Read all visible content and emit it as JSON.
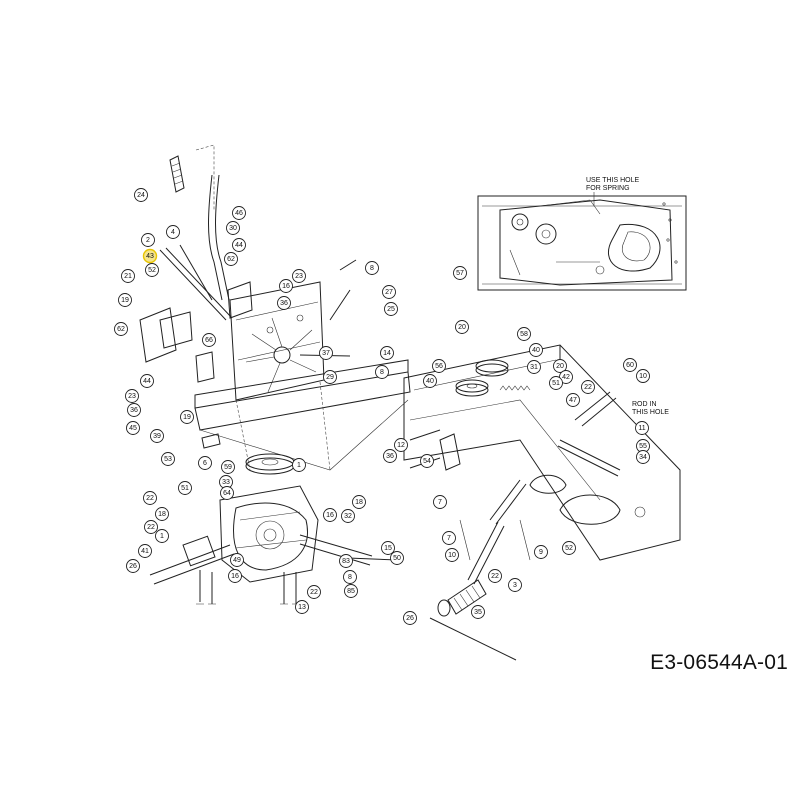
{
  "diagram_code": "E3-06544A-01",
  "notes": {
    "spring_hole": [
      "USE THIS HOLE",
      "FOR SPRING"
    ],
    "rod_hole": [
      "ROD IN",
      "THIS HOLE"
    ]
  },
  "callouts": [
    "24",
    "46",
    "4",
    "30",
    "2",
    "43",
    "44",
    "62",
    "23",
    "16",
    "21",
    "52",
    "19",
    "36",
    "8",
    "27",
    "25",
    "62",
    "66",
    "14",
    "29",
    "37",
    "8",
    "44",
    "23",
    "36",
    "19",
    "45",
    "39",
    "53",
    "6",
    "1",
    "59",
    "33",
    "64",
    "51",
    "22",
    "18",
    "1",
    "32",
    "16",
    "41",
    "49",
    "26",
    "16",
    "22",
    "85",
    "15",
    "50",
    "83",
    "8",
    "13",
    "57",
    "20",
    "58",
    "40",
    "56",
    "40",
    "31",
    "20",
    "42",
    "51",
    "60",
    "22",
    "10",
    "47",
    "11",
    "55",
    "34",
    "12",
    "36",
    "54",
    "7",
    "9",
    "22",
    "52",
    "7",
    "10",
    "3",
    "35",
    "26",
    "18",
    "22"
  ],
  "highlighted_callout_index": 5,
  "colors": {
    "line": "#222222",
    "highlight": "#e8c400",
    "background": "#ffffff"
  }
}
